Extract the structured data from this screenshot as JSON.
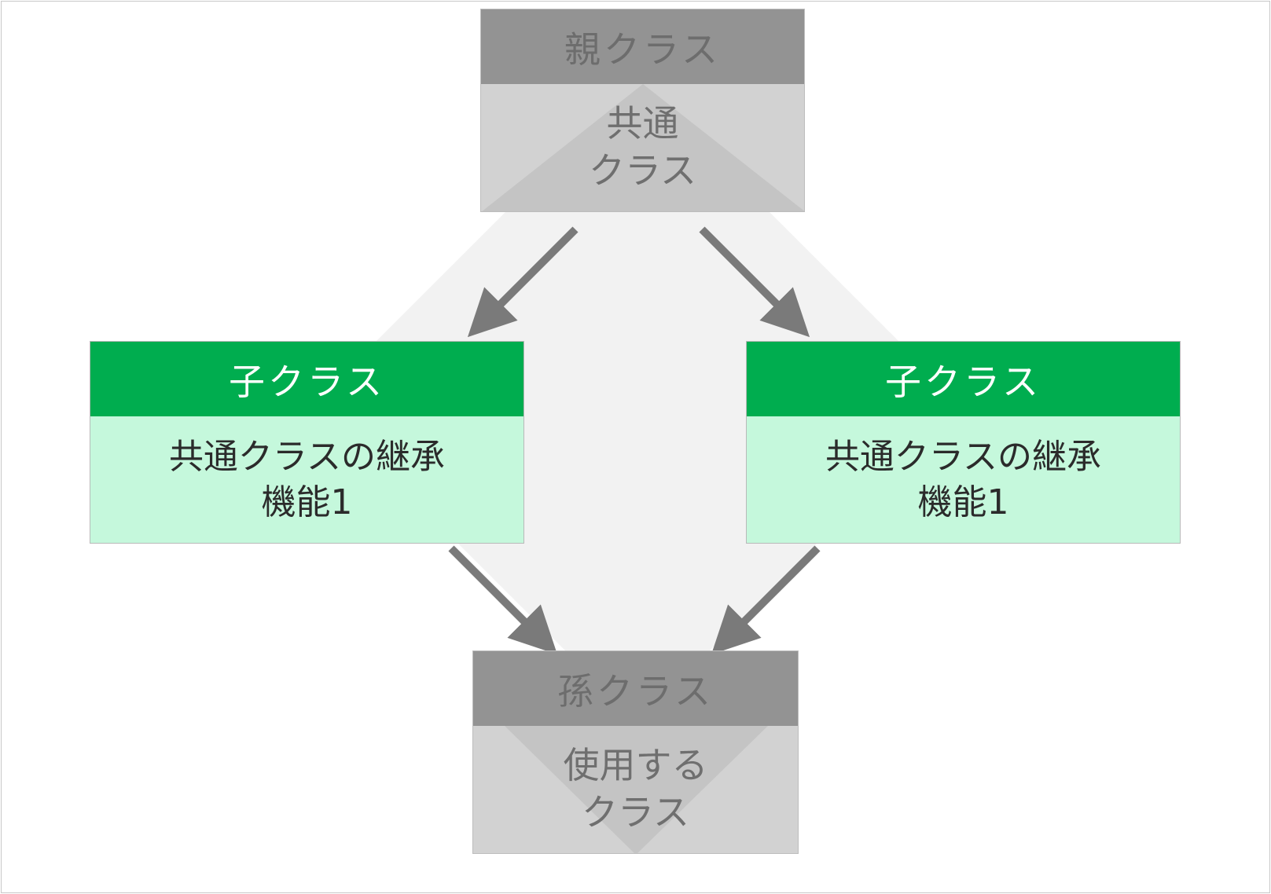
{
  "parent_class": {
    "title": "親クラス",
    "line1": "共通",
    "line2": "クラス"
  },
  "child_left": {
    "title": "子クラス",
    "line1": "共通クラスの継承",
    "line2": "機能1"
  },
  "child_right": {
    "title": "子クラス",
    "line1": "共通クラスの継承",
    "line2": "機能1"
  },
  "grandchild_class": {
    "title": "孫クラス",
    "line1": "使用する",
    "line2": "クラス"
  },
  "colors": {
    "child_header": "#00ad4f",
    "child_body": "#c5f8dc",
    "gray_header": "#939393",
    "gray_body": "#d2d2d2",
    "arrow": "#7a7a7a",
    "diamond": "#f2f2f2"
  }
}
